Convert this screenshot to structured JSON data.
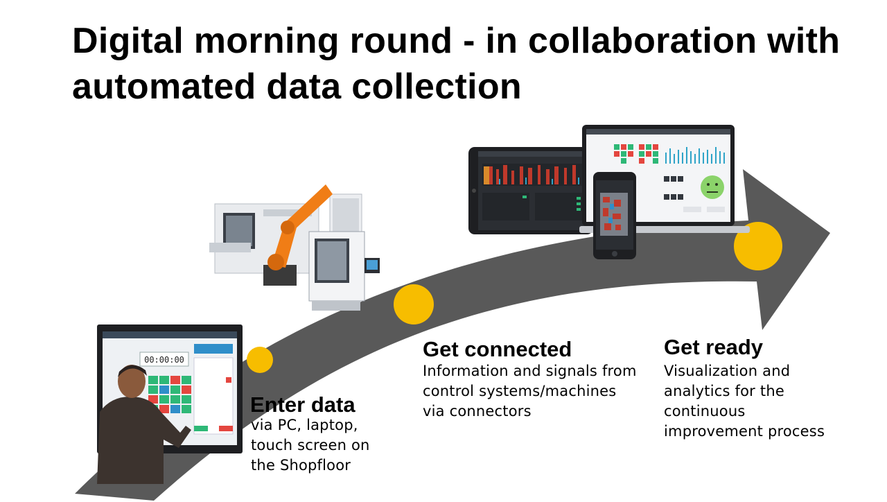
{
  "title": "Digital morning round - in collaboration with automated data collection",
  "steps": [
    {
      "heading": "Enter data",
      "description": "via PC, laptop,\ntouch screen on\nthe Shopfloor"
    },
    {
      "heading": "Get connected",
      "description": "Information and signals from\ncontrol systems/machines\nvia connectors"
    },
    {
      "heading": "Get ready",
      "description": "Visualization and\nanalytics for the\ncontinuous\nimprovement process"
    }
  ],
  "screen_clock": "00:00:00",
  "colors": {
    "arrow": "#595959",
    "marker": "#f7bd00",
    "tile_green": "#2eb877",
    "tile_red": "#e4463f",
    "tile_blue": "#2f8ec9",
    "device_dark": "#1e1f22"
  },
  "icons": [
    "touch-screen-photo",
    "robot-machine-photo",
    "tablet-dashboard",
    "laptop-dashboard",
    "phone-dashboard",
    "smiley-face-icon"
  ]
}
